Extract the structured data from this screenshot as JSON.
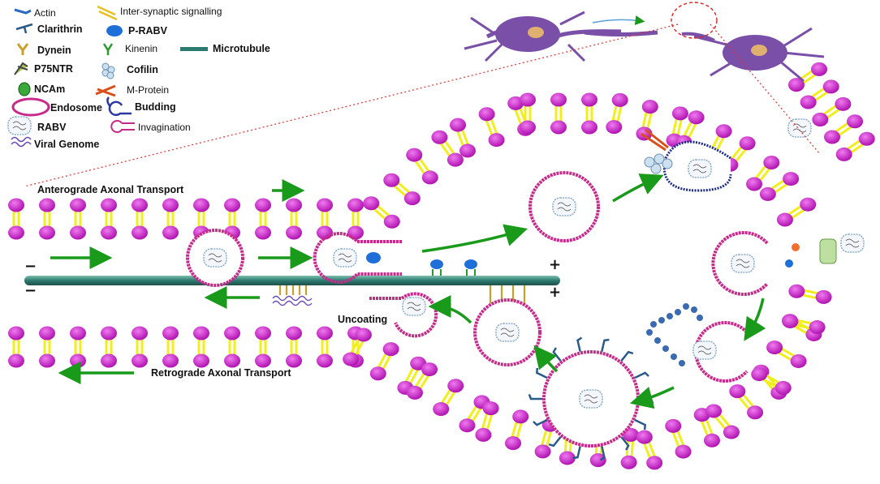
{
  "legend": {
    "actin": "Actin",
    "inter_synaptic": "Inter-synaptic signalling",
    "clarithrin": "Clarithrin",
    "p_rabv": "P-RABV",
    "dynein": "Dynein",
    "kinenin": "Kinenin",
    "microtubule": "Microtubule",
    "p75ntr": "P75NTR",
    "cofilin": "Cofilin",
    "ncam": "NCAm",
    "m_protein": "M-Protein",
    "endosome": "Endosome",
    "budding": "Budding",
    "rabv": "RABV",
    "invagination": "Invagination",
    "viral_genome": "Viral Genome"
  },
  "labels": {
    "anterograde": "Anterograde Axonal Transport",
    "retrograde": "Retrograde Axonal Transport",
    "uncoating": "Uncoating",
    "minus": "−",
    "plus": "+"
  },
  "colors": {
    "lipid_head": "#cc22cc",
    "lipid_tail": "#f2ee1a",
    "arrow": "#1a9a1a",
    "microtubule": "#2c7a70",
    "vesicle": "#c72a8a",
    "neuron": "#7a4fa8",
    "receptor": "#2a5a8a"
  }
}
